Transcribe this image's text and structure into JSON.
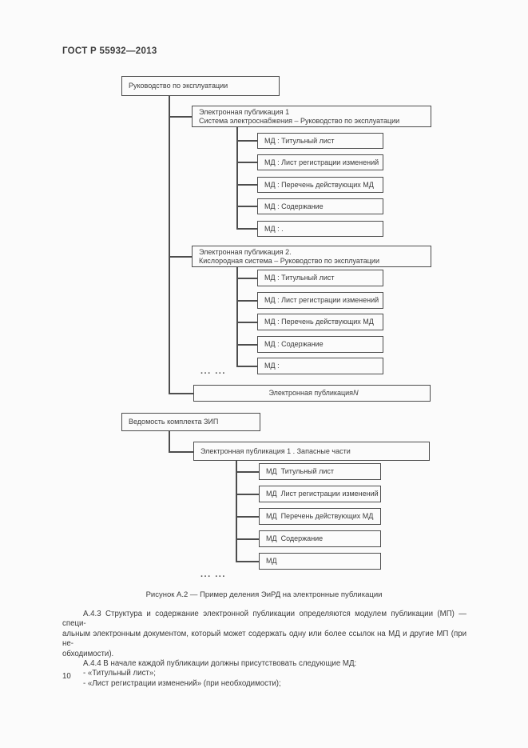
{
  "header": {
    "title": "ГОСТ Р 55932—2013"
  },
  "diagram": {
    "root1": "Руководство по эксплуатации",
    "pub1": {
      "line1": "Электронная публикация 1",
      "line2": "Система электроснабжения – Руководство по эксплуатации",
      "md": [
        "МД : Титульный лист",
        "МД : Лист регистрации изменений",
        "МД : Перечень действующих МД",
        "МД : Содержание",
        "МД : ."
      ]
    },
    "pub2": {
      "line1": "Электронная публикация 2.",
      "line2": "Кислородная система – Руководство по эксплуатации",
      "md": [
        "МД : Титульный лист",
        "МД : Лист регистрации изменений",
        "МД : Перечень действующих МД",
        "МД : Содержание",
        "МД :"
      ]
    },
    "ellipsis1": "... ...",
    "pubN": {
      "prefix": "Электронная публикация ",
      "n": "N"
    },
    "root2": "Ведомость комплекта ЗИП",
    "pub3": {
      "line1": "Электронная публикация 1 . Запасные части",
      "md": [
        "МД  Титульный лист",
        "МД  Лист регистрации изменений",
        "МД  Перечень действующих МД",
        "МД  Содержание",
        "МД"
      ]
    },
    "ellipsis2": "... ..."
  },
  "caption": "Рисунок А.2 — Пример деления ЭиРД на электронные публикации",
  "body": {
    "lines": [
      "А.4.3 Структура и содержание электронной публикации определяются модулем публикации (МП) — специ-",
      "альным электронным документом, который может содержать одну или более ссылок на МД и другие МП (при не-",
      "обходимости).",
      "А.4.4 В начале каждой публикации должны присутствовать следующие МД:",
      "- «Титульный лист»;",
      "- «Лист регистрации изменений» (при необходимости);"
    ]
  },
  "footer": {
    "page_number": "10"
  }
}
